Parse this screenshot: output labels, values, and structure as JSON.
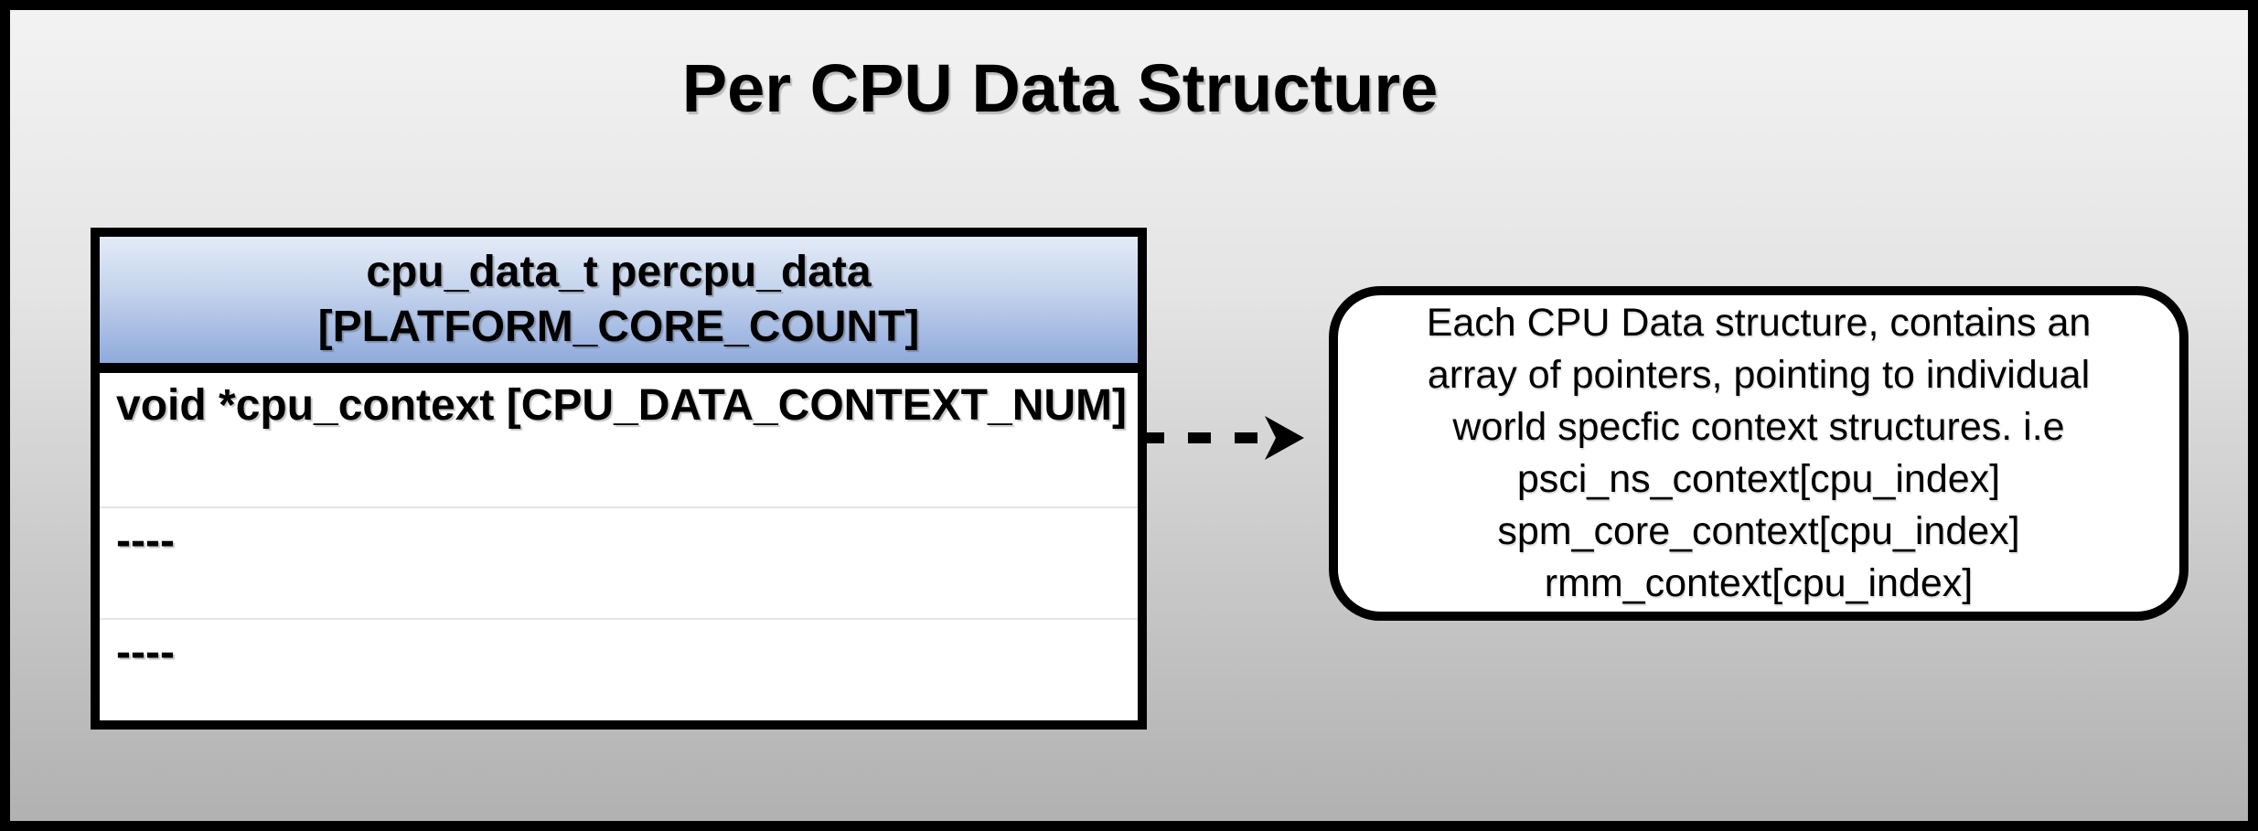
{
  "title": "Per CPU Data Structure",
  "table": {
    "header": {
      "line1": "cpu_data_t percpu_data",
      "line2": "[PLATFORM_CORE_COUNT]"
    },
    "rows": [
      {
        "text": "void *cpu_context [CPU_DATA_CONTEXT_NUM]"
      },
      {
        "text": "----"
      },
      {
        "text": "----"
      }
    ]
  },
  "arrow": {
    "style": "dashed",
    "direction": "right"
  },
  "annotation": {
    "lines": [
      "Each CPU Data structure, contains an",
      "array of pointers, pointing to individual",
      "world specfic context structures. i.e",
      "psci_ns_context[cpu_index]",
      "spm_core_context[cpu_index]",
      "rmm_context[cpu_index]"
    ]
  },
  "colors": {
    "outline": "#000000",
    "header_gradient_top": "#e3ebf7",
    "header_gradient_bottom": "#8faadc",
    "background_top": "#f3f3f3",
    "background_bottom": "#b1b1b1",
    "cell_fill": "#ffffff",
    "divider": "#e4e4e4"
  }
}
